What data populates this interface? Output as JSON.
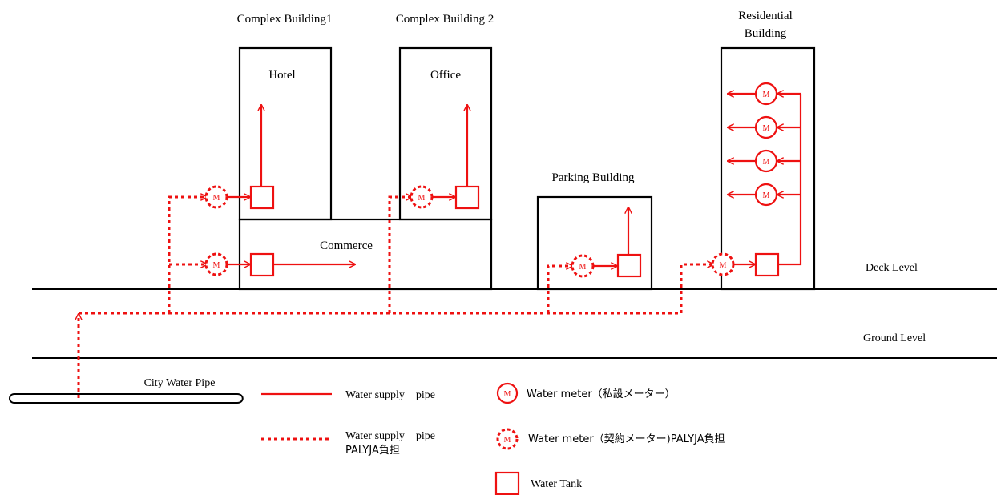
{
  "colors": {
    "pipe": "#ee1111",
    "building": "#000000"
  },
  "buildings": {
    "complex1": "Complex Building1",
    "complex2": "Complex Building 2",
    "hotel": "Hotel",
    "office": "Office",
    "commerce": "Commerce",
    "parking": "Parking Building",
    "residential_line1": "Residential",
    "residential_line2": "Building"
  },
  "levels": {
    "deck": "Deck Level",
    "ground": "Ground Level"
  },
  "city_pipe": "City Water Pipe",
  "meter_letter": "M",
  "legend": {
    "solid_pipe": "Water supply　pipe",
    "dashed_pipe_line1": "Water supply　pipe",
    "dashed_pipe_line2": "PALYJA負担",
    "private_meter": "Water meter（私設メーター）",
    "contract_meter": "Water meter（契約メーター)PALYJA負担",
    "water_tank": "Water Tank"
  },
  "icons": [
    "arrow-icon",
    "water-meter-icon",
    "water-tank-icon",
    "pipe-icon"
  ]
}
